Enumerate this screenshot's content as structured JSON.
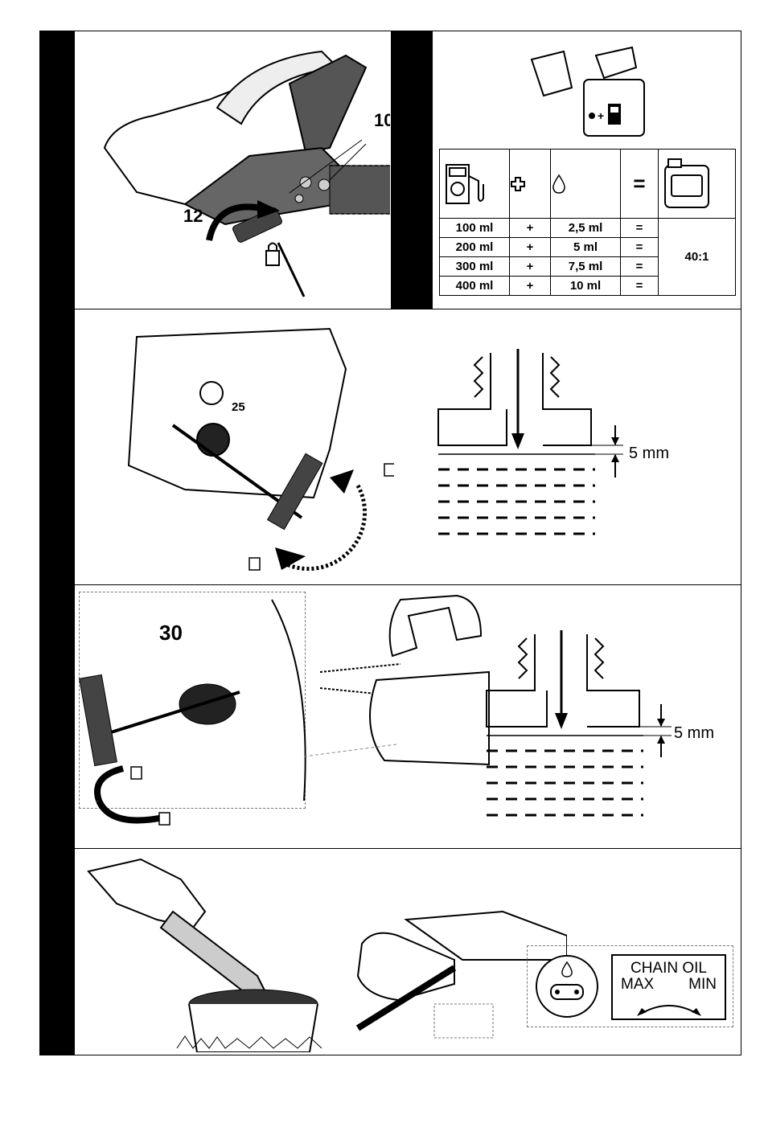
{
  "panel1": {
    "callouts": {
      "c10": "10",
      "c12": "12"
    }
  },
  "mix_table": {
    "header_symbols": {
      "plus": "✚",
      "drop": "💧",
      "equals": "="
    },
    "rows": [
      {
        "fuel": "100 ml",
        "plus": "+",
        "oil": "2,5 ml",
        "eq": "="
      },
      {
        "fuel": "200 ml",
        "plus": "+",
        "oil": "5 ml",
        "eq": "="
      },
      {
        "fuel": "300 ml",
        "plus": "+",
        "oil": "7,5 ml",
        "eq": "="
      },
      {
        "fuel": "400 ml",
        "plus": "+",
        "oil": "10 ml",
        "eq": "="
      }
    ],
    "ratio": "40:1"
  },
  "panel2": {
    "callout": "25",
    "fill_gap": "5 mm"
  },
  "panel3": {
    "callout": "30",
    "fill_gap": "5 mm"
  },
  "panel4": {
    "oil_label_line1": "CHAIN OIL",
    "oil_label_max": "MAX",
    "oil_label_min": "MIN"
  }
}
